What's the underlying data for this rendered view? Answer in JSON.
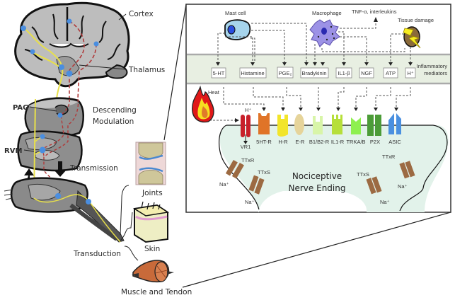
{
  "left_panel": {
    "labels": {
      "cortex": "Cortex",
      "thalamus": "Thalamus",
      "pag": "PAG",
      "rvm": "RVM",
      "descending_1": "Descending",
      "descending_2": "Modulation",
      "transmission": "Transmission",
      "transduction": "Transduction",
      "joints": "Joints",
      "skin": "Skin",
      "muscle": "Muscle and Tendon"
    }
  },
  "inset": {
    "cells": {
      "mast_cell": "Mast cell",
      "macrophage": "Macrophage",
      "tnf": "TNF-α, interleukins",
      "tissue_damage": "Tissue damage"
    },
    "mediators_label_1": "Inflammatory",
    "mediators_label_2": "mediators",
    "mediators": [
      "5-HT",
      "Histamine",
      "PGE₂",
      "Bradykinin",
      "IL1-β",
      "NGF",
      "ATP",
      "H⁺"
    ],
    "heat": "Heat",
    "h_plus": "H⁺",
    "receptors": [
      {
        "label": "VR1",
        "color": "#c8202a"
      },
      {
        "label": "5HT-R",
        "color": "#e07428"
      },
      {
        "label": "H-R",
        "color": "#f2e52a"
      },
      {
        "label": "E-R",
        "color": "#e6d49a"
      },
      {
        "label": "B1/B2-R",
        "color": "#d8f5a8"
      },
      {
        "label": "IL1-R",
        "color": "#b6df3a"
      },
      {
        "label": "TRKA/B",
        "color": "#8ef050"
      },
      {
        "label": "P2X",
        "color": "#4c9c38"
      },
      {
        "label": "ASIC",
        "color": "#4a90e0"
      }
    ],
    "nerve_ending_1": "Nociceptive",
    "nerve_ending_2": "Nerve Ending",
    "channels": {
      "ttxr": "TTxR",
      "ttxs": "TTxS",
      "na": "Na⁺"
    }
  },
  "colors": {
    "brain_gray": "#b8b8b8",
    "dark_gray": "#6a6a6a",
    "ascending_path": "#e8e04a",
    "descending_path": "#b03a3a",
    "node_blue": "#4a8ee0",
    "band": "#e8efe2",
    "nerve_fill": "#e2f2ea",
    "channel_brown": "#9c6a42"
  }
}
